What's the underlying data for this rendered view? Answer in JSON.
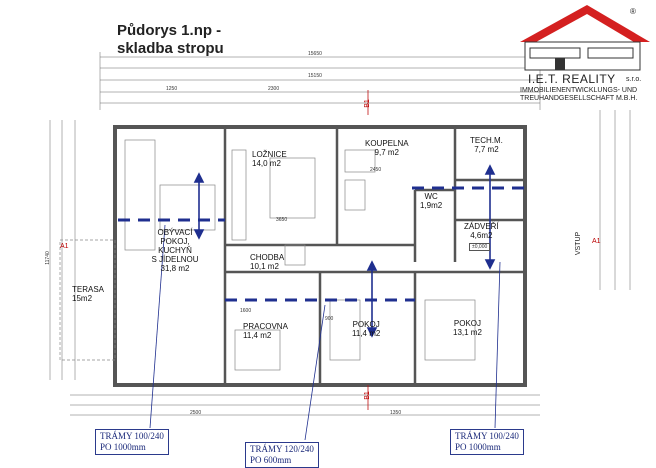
{
  "title": {
    "line1": "Půdorys 1.np -",
    "line2": "skladba stropu"
  },
  "logo": {
    "name": "I.E.T. REALITY",
    "suffix": "s.r.o.",
    "sub1": "IMMOBILIENENTWICKLUNGS- UND",
    "sub2": "TREUHANDGESELLSCHAFT M.B.H.",
    "registered": "®",
    "roof_color": "#d42020"
  },
  "rooms": {
    "loznice": {
      "name": "LOŽNICE",
      "area": "14,0 m2"
    },
    "koupelna": {
      "name": "KOUPELNA",
      "area": "9,7 m2"
    },
    "tech": {
      "name": "TECH.M.",
      "area": "7,7 m2"
    },
    "wc": {
      "name": "WC",
      "area": "1,9m2"
    },
    "zadveri": {
      "name": "ZÁDVEŘÍ",
      "area": "4,6m2"
    },
    "obyvaci": {
      "l1": "OBÝVACÍ",
      "l2": "POKOJ,",
      "l3": "KUCHYŇ",
      "l4": "S JÍDELNOU",
      "area": "31,8 m2"
    },
    "chodba": {
      "name": "CHODBA",
      "area": "10,1 m2"
    },
    "terasa": {
      "name": "TERASA",
      "area": "15m2"
    },
    "pracovna": {
      "name": "PRACOVNA",
      "area": "11,4 m2"
    },
    "pokoj1": {
      "name": "POKOJ",
      "area": "11,4 m2"
    },
    "pokoj2": {
      "name": "POKOJ",
      "area": "13,1 m2"
    }
  },
  "dims": {
    "top_total1": "15650",
    "top_total2": "15150",
    "side_left": "11740",
    "vstup": "VSTUP",
    "entry_level": "±0,000",
    "d1": "1250",
    "d2": "2300",
    "d3": "3650",
    "d4": "2500",
    "d5": "1350",
    "d6": "900",
    "d7": "1600",
    "d8": "2450"
  },
  "sections": {
    "a_left": "A1",
    "a_right": "A1",
    "b_top": "B1",
    "b_bottom": "B1"
  },
  "beams": {
    "b1": {
      "l1": "TRÁMY 100/240",
      "l2": "PO 1000mm"
    },
    "b2": {
      "l1": "TRÁMY 120/240",
      "l2": "PO 600mm"
    },
    "b3": {
      "l1": "TRÁMY 100/240",
      "l2": "PO 1000mm"
    }
  },
  "colors": {
    "beam_blue": "#1f2f8f",
    "wall": "#555555",
    "section_red": "#c01010"
  }
}
